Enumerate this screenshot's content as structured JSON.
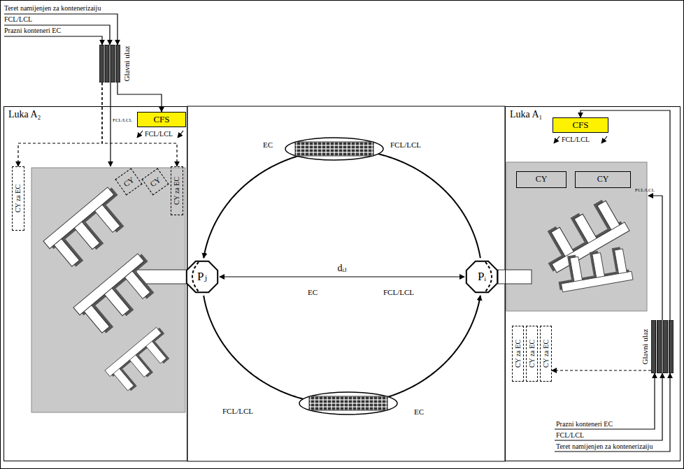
{
  "diagram": {
    "nodes": [
      {
        "text": [
          "Luka A₂"
        ]
      },
      {
        "text": [
          "Glavni ulaz"
        ]
      },
      {
        "text": [
          "CFS"
        ],
        "in": 0
      },
      {
        "text": [
          "CY"
        ],
        "in": 0
      },
      {
        "text": [
          "CY"
        ],
        "in": 0
      },
      {
        "text": [
          "CY za EC"
        ],
        "in": 0
      },
      {
        "text": [
          "CY za EC"
        ],
        "in": 0
      },
      {
        "text": [
          "Pⱼ"
        ]
      },
      {
        "text": [
          "Pᵢ"
        ]
      },
      {
        "text": [
          "Luka A₁"
        ]
      },
      {
        "text": [
          "CFS"
        ],
        "in": 9
      },
      {
        "text": [
          "CY"
        ],
        "in": 9
      },
      {
        "text": [
          "CY"
        ],
        "in": 9
      },
      {
        "text": [
          "CY za EC"
        ],
        "in": 9
      },
      {
        "text": [
          "CY za EC"
        ],
        "in": 9
      },
      {
        "text": [
          "CY za EC"
        ],
        "in": 9
      },
      {
        "text": [
          "Glavni ulaz"
        ]
      }
    ],
    "edges": [
      {
        "from": 1,
        "to": 2,
        "arrow": "to"
      },
      {
        "from": 1,
        "to": 5,
        "arrow": "to"
      },
      {
        "from": 1,
        "to": 6,
        "arrow": "to"
      },
      {
        "from": 8,
        "to": 7,
        "arrow": "to"
      },
      {
        "from": 7,
        "to": 8,
        "arrow": "to"
      },
      {
        "from": 7,
        "to": 8,
        "label": "dᵢⱼ",
        "arrow": "both"
      },
      {
        "from": 16,
        "to": 10,
        "arrow": "to"
      },
      {
        "from": 16,
        "to": 15,
        "arrow": "to"
      }
    ],
    "labels": [
      "Teret namijenjen za kontenerizaiju",
      "FCL/LCL",
      "Prazni konteneri EC",
      "FCL/LCL",
      "FCL/LCL",
      "EC",
      "FCL/LCL",
      "EC",
      "FCL/LCL",
      "FCL/LCL",
      "EC",
      "FCL/LCL",
      "FCL/LCL",
      "Prazni konteneri EC",
      "FCL/LCL",
      "Teret namijenjen za kontenerizaiju"
    ]
  }
}
